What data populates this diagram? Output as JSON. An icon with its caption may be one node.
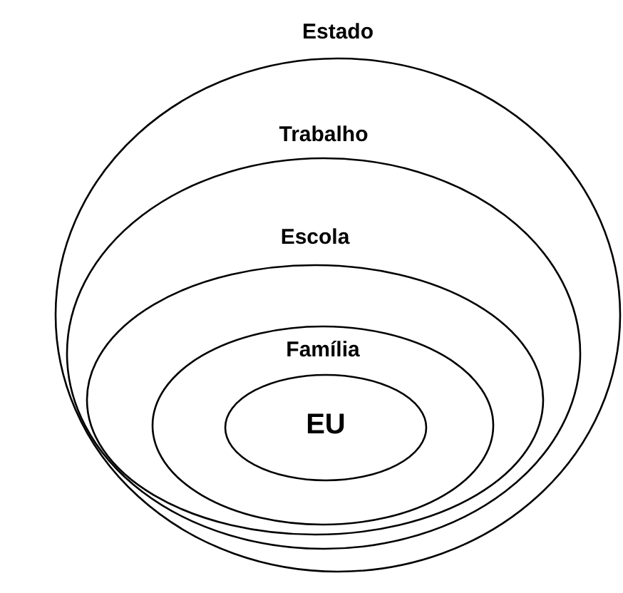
{
  "diagram": {
    "nodes": [
      {
        "text": [
          "Estado"
        ]
      },
      {
        "text": [
          "Trabalho"
        ],
        "in": 0
      },
      {
        "text": [
          "Escola"
        ],
        "in": 1
      },
      {
        "text": [
          "Família"
        ],
        "in": 2
      },
      {
        "text": [
          "EU"
        ],
        "in": 3
      }
    ]
  }
}
